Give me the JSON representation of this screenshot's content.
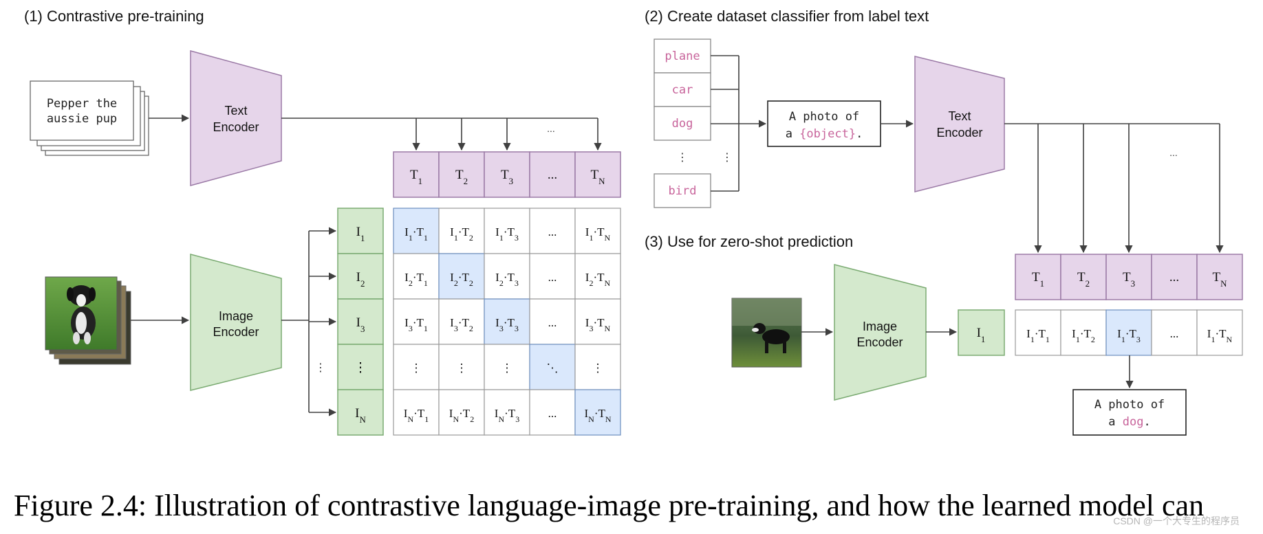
{
  "colors": {
    "encoder_text": "#e6d5ea",
    "encoder_text_border": "#9b7aa6",
    "encoder_image": "#d4e9cd",
    "encoder_image_border": "#7bab72",
    "token_cell": "#e6d5ea",
    "token_border": "#9b7aa6",
    "image_cell": "#d4e9cd",
    "image_border": "#7bab72",
    "highlight_cell": "#dae8fc",
    "highlight_border": "#6c8ebf",
    "label_pink": "#c8649b",
    "line": "#404040"
  },
  "panel1": {
    "title": "(1) Contrastive pre-training",
    "text_input": [
      "Pepper the",
      "aussie pup"
    ],
    "text_encoder": [
      "Text",
      "Encoder"
    ],
    "image_encoder": [
      "Image",
      "Encoder"
    ],
    "text_tokens": [
      "T",
      "T",
      "T",
      "...",
      "T"
    ],
    "text_subs": [
      "1",
      "2",
      "3",
      "",
      "N"
    ],
    "image_tokens": [
      "I",
      "I",
      "I",
      "⋮",
      "I"
    ],
    "image_subs": [
      "1",
      "2",
      "3",
      "",
      "N"
    ],
    "left_dots": "⋮",
    "top_dots": "...",
    "matrix": [
      [
        [
          "I",
          "1",
          "T",
          "1"
        ],
        [
          "I",
          "1",
          "T",
          "2"
        ],
        [
          "I",
          "1",
          "T",
          "3"
        ],
        "...",
        [
          "I",
          "1",
          "T",
          "N"
        ]
      ],
      [
        [
          "I",
          "2",
          "T",
          "1"
        ],
        [
          "I",
          "2",
          "T",
          "2"
        ],
        [
          "I",
          "2",
          "T",
          "3"
        ],
        "...",
        [
          "I",
          "2",
          "T",
          "N"
        ]
      ],
      [
        [
          "I",
          "3",
          "T",
          "1"
        ],
        [
          "I",
          "3",
          "T",
          "2"
        ],
        [
          "I",
          "3",
          "T",
          "3"
        ],
        "...",
        [
          "I",
          "3",
          "T",
          "N"
        ]
      ],
      [
        "⋮",
        "⋮",
        "⋮",
        "⋱",
        "⋮"
      ],
      [
        [
          "I",
          "N",
          "T",
          "1"
        ],
        [
          "I",
          "N",
          "T",
          "2"
        ],
        [
          "I",
          "N",
          "T",
          "3"
        ],
        "...",
        [
          "I",
          "N",
          "T",
          "N"
        ]
      ]
    ],
    "highlight_diagonal": [
      0,
      1,
      2,
      3,
      4
    ]
  },
  "panel2": {
    "title": "(2) Create dataset classifier from label text",
    "labels": [
      "plane",
      "car",
      "dog",
      "⋮",
      "bird"
    ],
    "right_dots": "⋮",
    "template_line1": "A photo of",
    "template_prefix": "a ",
    "template_placeholder": "{object}",
    "template_suffix": ".",
    "text_encoder": [
      "Text",
      "Encoder"
    ],
    "top_dots": "..."
  },
  "panel3": {
    "title": "(3) Use for zero-shot prediction",
    "image_encoder": [
      "Image",
      "Encoder"
    ],
    "image_token": "I",
    "image_sub": "1",
    "text_tokens": [
      "T",
      "T",
      "T",
      "...",
      "T"
    ],
    "text_subs": [
      "1",
      "2",
      "3",
      "",
      "N"
    ],
    "scores": [
      [
        "I",
        "1",
        "T",
        "1"
      ],
      [
        "I",
        "1",
        "T",
        "2"
      ],
      [
        "I",
        "1",
        "T",
        "3"
      ],
      "...",
      [
        "I",
        "1",
        "T",
        "N"
      ]
    ],
    "highlight_index": 2,
    "result_line1": "A photo of",
    "result_prefix": "a ",
    "result_word": "dog",
    "result_suffix": "."
  },
  "caption": "Figure 2.4: Illustration of contrastive language-image pre-training, and how the learned model can",
  "watermark": "CSDN @一个大专生的程序员"
}
